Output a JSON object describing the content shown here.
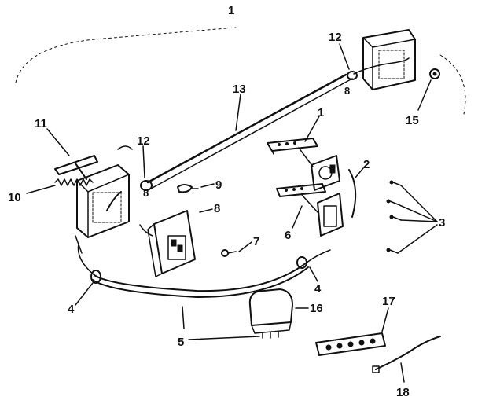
{
  "diagram": {
    "header_label": "1",
    "callouts": [
      {
        "id": "c1",
        "text": "1"
      },
      {
        "id": "c2",
        "text": "2"
      },
      {
        "id": "c3",
        "text": "3"
      },
      {
        "id": "c4a",
        "text": "4"
      },
      {
        "id": "c4b",
        "text": "4"
      },
      {
        "id": "c5",
        "text": "5"
      },
      {
        "id": "c6",
        "text": "6"
      },
      {
        "id": "c7",
        "text": "7"
      },
      {
        "id": "c8",
        "text": "8"
      },
      {
        "id": "c9",
        "text": "9"
      },
      {
        "id": "c10",
        "text": "10"
      },
      {
        "id": "c11",
        "text": "11"
      },
      {
        "id": "c12a",
        "text": "12"
      },
      {
        "id": "c12b",
        "text": "12"
      },
      {
        "id": "c13",
        "text": "13"
      },
      {
        "id": "c15",
        "text": "15"
      },
      {
        "id": "c16",
        "text": "16"
      },
      {
        "id": "c17",
        "text": "17"
      },
      {
        "id": "c18",
        "text": "18"
      }
    ]
  }
}
